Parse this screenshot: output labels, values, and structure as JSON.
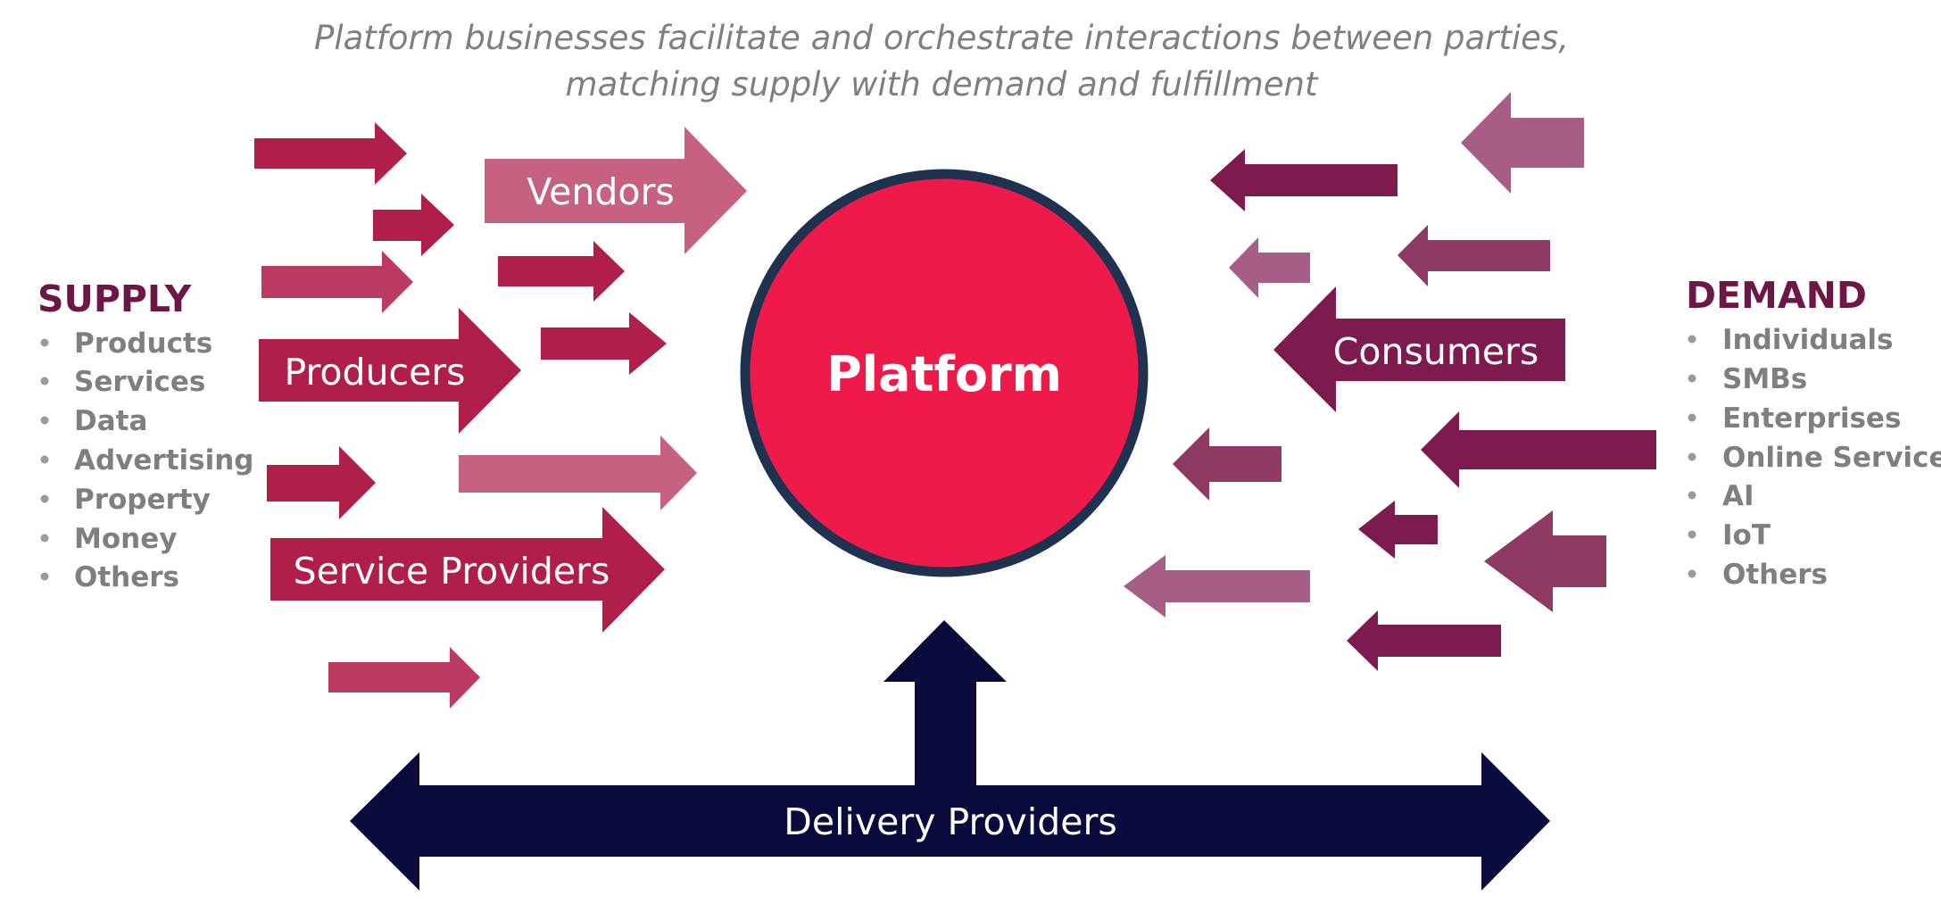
{
  "caption": {
    "line1": "Platform businesses facilitate and orchestrate interactions between parties,",
    "line2": "matching supply with demand and fulfillment"
  },
  "center": {
    "label": "Platform"
  },
  "supply": {
    "title": "SUPPLY",
    "items": [
      "Products",
      "Services",
      "Data",
      "Advertising",
      "Property",
      "Money",
      "Others"
    ]
  },
  "demand": {
    "title": "DEMAND",
    "items": [
      "Individuals",
      "SMBs",
      "Enterprises",
      "Online Services",
      "AI",
      "IoT",
      "Others"
    ]
  },
  "labeled_arrows": {
    "vendors": "Vendors",
    "producers": "Producers",
    "service_providers": "Service Providers",
    "consumers": "Consumers",
    "delivery_providers": "Delivery Providers"
  },
  "colors": {
    "supply_arrow_dark": "#b01e4a",
    "supply_arrow_mid": "#ba3a62",
    "supply_arrow_light": "#c6627f",
    "demand_arrow_dark": "#7d1b4f",
    "demand_arrow_mid": "#8e3a63",
    "demand_arrow_light": "#a65e86",
    "platform_fill": "#ee1a49",
    "platform_border": "#1f3350",
    "delivery_arrow": "#0a0a3c",
    "supply_title": "#6d1746",
    "demand_title": "#6d1746",
    "caption_text": "#7f7f7f"
  }
}
